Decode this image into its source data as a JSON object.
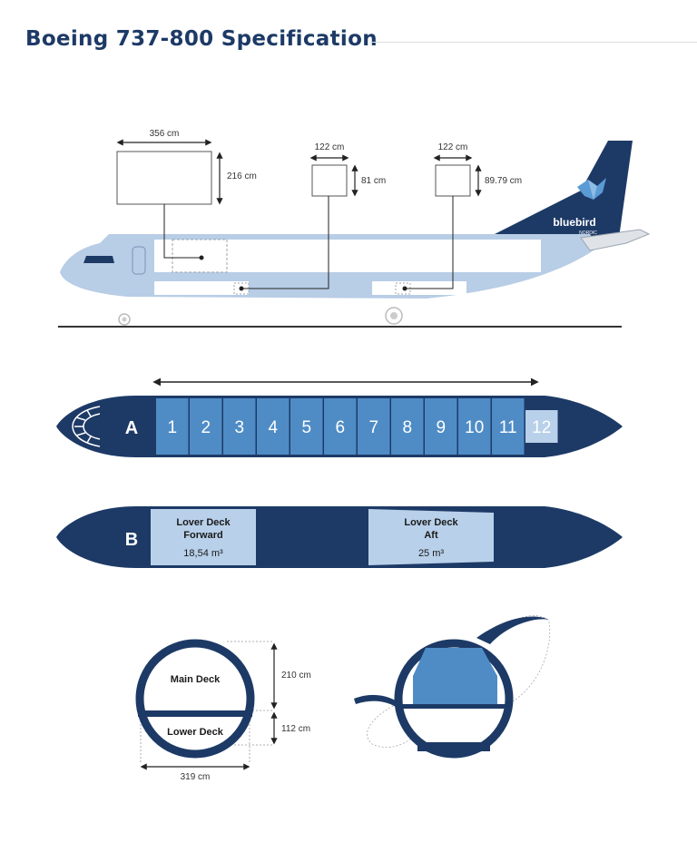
{
  "page": {
    "title": "Boeing 737-800 Specification"
  },
  "colors": {
    "navy": "#1d3a66",
    "body": "#b8cde6",
    "slot": "#4f8cc6",
    "slot_light": "#b8d0ea",
    "title": "#1d3a66"
  },
  "side_view": {
    "pallet_main": {
      "width": "356 cm",
      "height": "216 cm"
    },
    "container_fwd": {
      "width": "122 cm",
      "height": "81 cm"
    },
    "container_aft": {
      "width": "122 cm",
      "height": "89.79 cm"
    },
    "brand": "bluebird",
    "brand_sub": "NORDIC"
  },
  "deck_a": {
    "label": "A",
    "positions": [
      "1",
      "2",
      "3",
      "4",
      "5",
      "6",
      "7",
      "8",
      "9",
      "10",
      "11",
      "12"
    ]
  },
  "deck_b": {
    "label": "B",
    "forward": {
      "line1": "Lover Deck",
      "line2": "Forward",
      "volume": "18,54 m³"
    },
    "aft": {
      "line1": "Lover Deck",
      "line2": "Aft",
      "volume": "25 m³"
    }
  },
  "cross_section": {
    "main_deck": "Main Deck",
    "lower_deck": "Lower Deck",
    "main_height": "210 cm",
    "lower_height": "112 cm",
    "width": "319 cm"
  }
}
